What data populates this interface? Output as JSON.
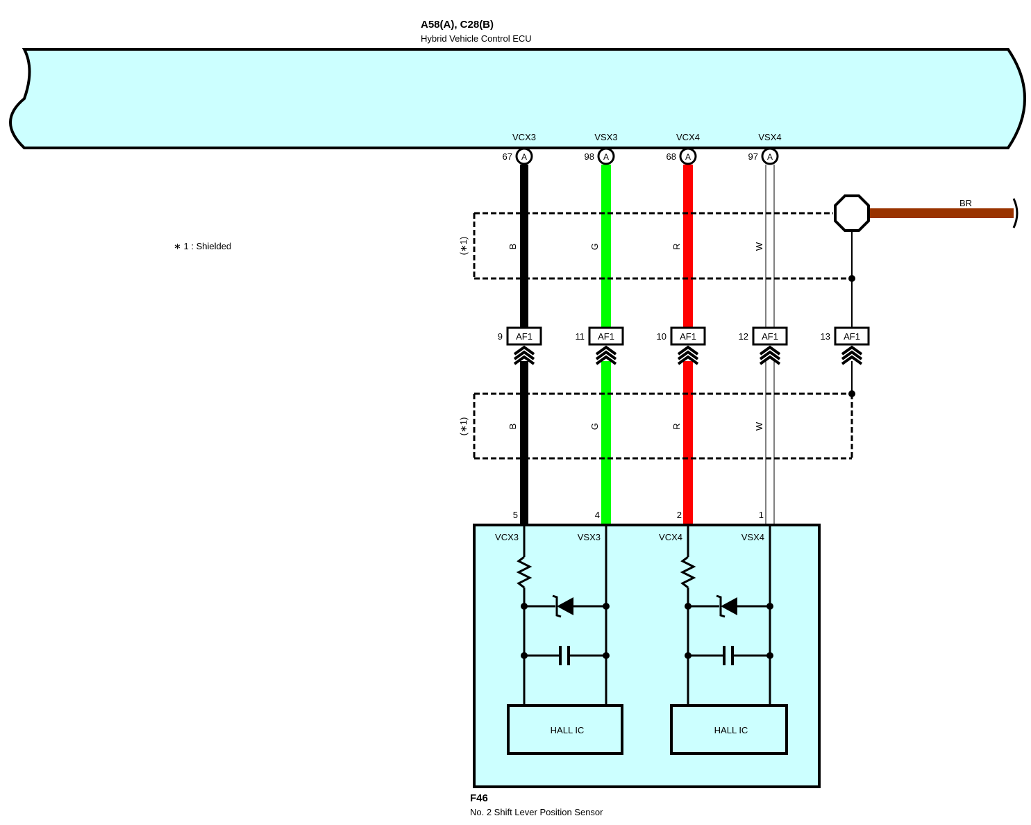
{
  "ecu": {
    "code": "A58(A), C28(B)",
    "name": "Hybrid Vehicle Control ECU",
    "fill": "#ccffff"
  },
  "sensor": {
    "code": "F46",
    "name": "No.  2 Shift Lever Position Sensor",
    "hall_ic_1": "HALL IC",
    "hall_ic_2": "HALL IC"
  },
  "note": "∗ 1 : Shielded",
  "shield_label": "(∗1)",
  "ground_wire": {
    "color_code": "BR",
    "color": "#993300"
  },
  "connector_letter": "A",
  "junction": "AF1",
  "circuits": [
    {
      "signal": "VCX3",
      "ecu_pin": "67",
      "af_pin": "9",
      "sensor_pin": "5",
      "color_code": "B",
      "color": "#000000"
    },
    {
      "signal": "VSX3",
      "ecu_pin": "98",
      "af_pin": "11",
      "sensor_pin": "4",
      "color_code": "G",
      "color": "#00ff00"
    },
    {
      "signal": "VCX4",
      "ecu_pin": "68",
      "af_pin": "10",
      "sensor_pin": "2",
      "color_code": "R",
      "color": "#ff0000"
    },
    {
      "signal": "VSX4",
      "ecu_pin": "97",
      "af_pin": "12",
      "sensor_pin": "1",
      "color_code": "W",
      "color": "#ffffff"
    }
  ],
  "shield_af_pin": "13"
}
